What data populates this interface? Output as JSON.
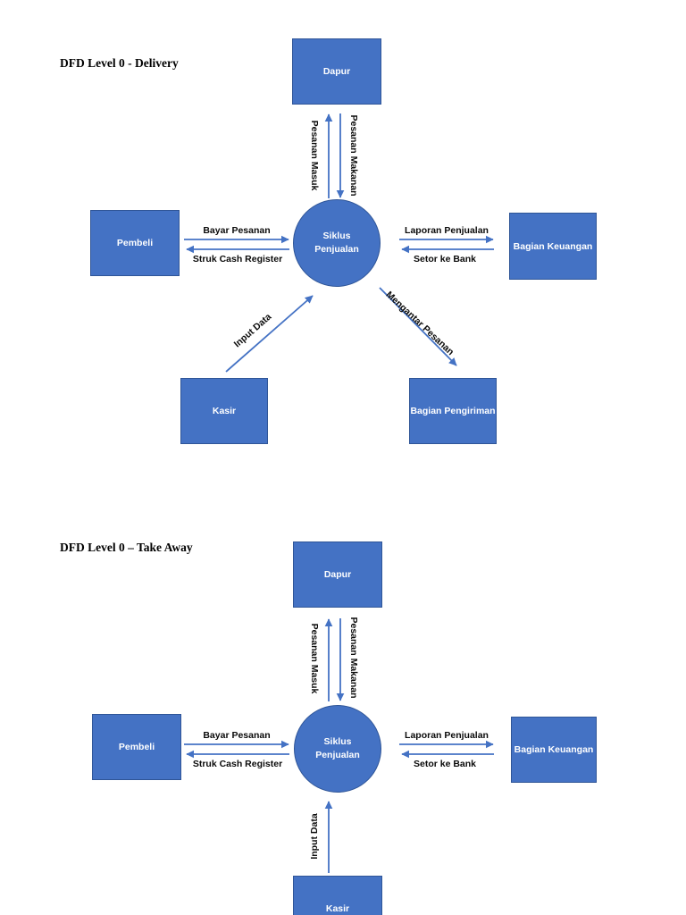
{
  "colors": {
    "shape_fill": "#4472C4",
    "shape_border": "#2F5597",
    "arrow": "#4472C4",
    "shape_text": "#FFFFFF",
    "label_text": "#0A0A0A",
    "page_bg": "#FFFFFF"
  },
  "diagrams": [
    {
      "title": "DFD Level 0 - Delivery",
      "process": "Siklus Penjualan",
      "entities": {
        "dapur": "Dapur",
        "pembeli": "Pembeli",
        "bagian_keuangan": "Bagian Keuangan",
        "kasir": "Kasir",
        "bagian_pengiriman": "Bagian Pengiriman"
      },
      "flows": {
        "pesanan_masuk": "Pesanan Masuk",
        "pesanan_makanan": "Pesanan Makanan",
        "bayar_pesanan": "Bayar Pesanan",
        "struk_cash_register": "Struk Cash Register",
        "laporan_penjualan": "Laporan Penjualan",
        "setor_ke_bank": "Setor ke Bank",
        "input_data": "Input Data",
        "mengantar_pesanan": "Mengantar Pesanan"
      }
    },
    {
      "title": "DFD Level 0 – Take Away",
      "process": "Siklus Penjualan",
      "entities": {
        "dapur": "Dapur",
        "pembeli": "Pembeli",
        "bagian_keuangan": "Bagian Keuangan",
        "kasir": "Kasir"
      },
      "flows": {
        "pesanan_masuk": "Pesanan Masuk",
        "pesanan_makanan": "Pesanan Makanan",
        "bayar_pesanan": "Bayar Pesanan",
        "struk_cash_register": "Struk Cash Register",
        "laporan_penjualan": "Laporan Penjualan",
        "setor_ke_bank": "Setor ke Bank",
        "input_data": "Input Data"
      }
    }
  ]
}
